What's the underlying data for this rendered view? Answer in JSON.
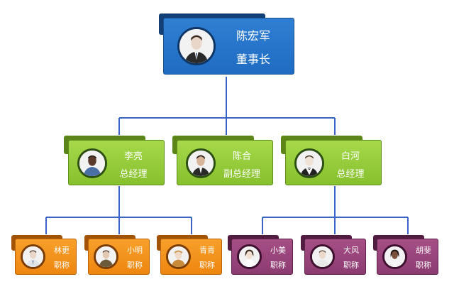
{
  "root": {
    "name": "陈宏军",
    "title": "董事长",
    "avatar": "businessman-avatar-icon"
  },
  "managers": [
    {
      "name": "李亮",
      "title": "总经理",
      "avatar": "man-avatar-icon"
    },
    {
      "name": "陈合",
      "title": "副总经理",
      "avatar": "businessman-avatar-icon"
    },
    {
      "name": "白河",
      "title": "总经理",
      "avatar": "waiter-avatar-icon"
    }
  ],
  "staff": [
    {
      "name": "林更",
      "title": "职称",
      "avatar": "man-avatar-icon"
    },
    {
      "name": "小明",
      "title": "职称",
      "avatar": "man-avatar-icon"
    },
    {
      "name": "青青",
      "title": "职称",
      "avatar": "woman-avatar-icon"
    },
    {
      "name": "小美",
      "title": "职称",
      "avatar": "woman-avatar-icon"
    },
    {
      "name": "大风",
      "title": "职称",
      "avatar": "man-avatar-icon"
    },
    {
      "name": "胡斐",
      "title": "职称",
      "avatar": "woman-avatar-icon"
    }
  ],
  "colors": {
    "root": "#1f6cc2",
    "manager": "#8cc63f",
    "staff_left": "#f0901a",
    "staff_right": "#8f3c73",
    "connector": "#3a63c8"
  }
}
